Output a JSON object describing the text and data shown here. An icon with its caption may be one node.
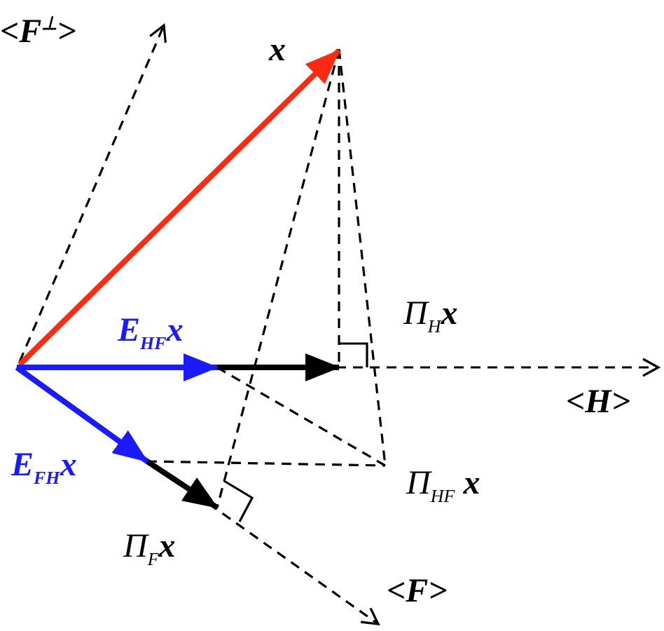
{
  "diagram": {
    "labels": [
      "<F$^{⊥}$>",
      "x",
      "Π$_{H}$**x**",
      "E$_{HF}$x",
      "<H>",
      "E$_{FH}$x",
      "Π$_{HF}$ **x**",
      "Π$_{F}$**x**",
      "<F>"
    ]
  }
}
